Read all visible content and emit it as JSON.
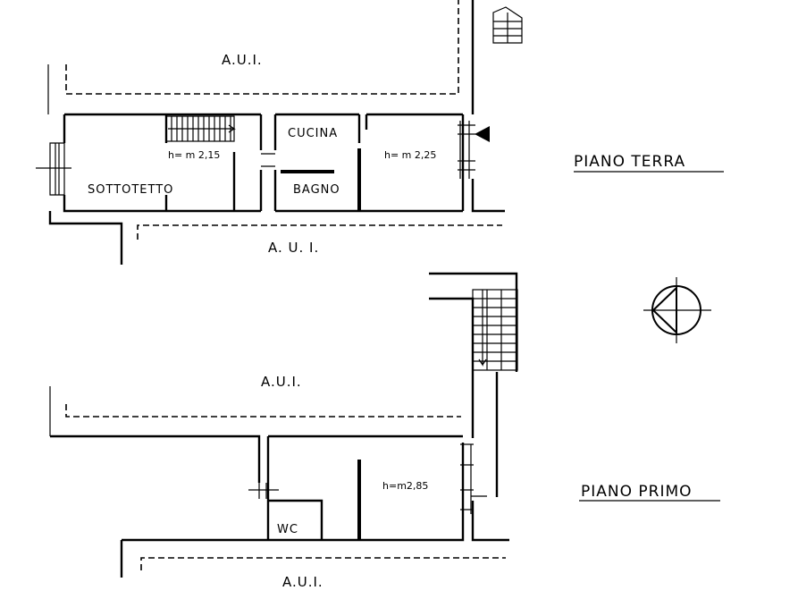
{
  "ground_floor": {
    "title": "PIANO TERRA",
    "aui_top": "A.U.I.",
    "aui_bottom": "A. U. I.",
    "rooms": {
      "sottotetto": "SOTTOTETTO",
      "cucina": "CUCINA",
      "bagno": "BAGNO"
    },
    "heights": {
      "left": "h= m 2,15",
      "right": "h= m 2,25"
    }
  },
  "first_floor": {
    "title": "PIANO PRIMO",
    "aui_top": "A.U.I.",
    "aui_bottom": "A.U.I.",
    "rooms": {
      "wc": "WC"
    },
    "heights": {
      "main": "h=m2,85"
    }
  },
  "icons": {
    "north": "north-arrow-icon",
    "entrance": "entrance-arrow-icon"
  }
}
